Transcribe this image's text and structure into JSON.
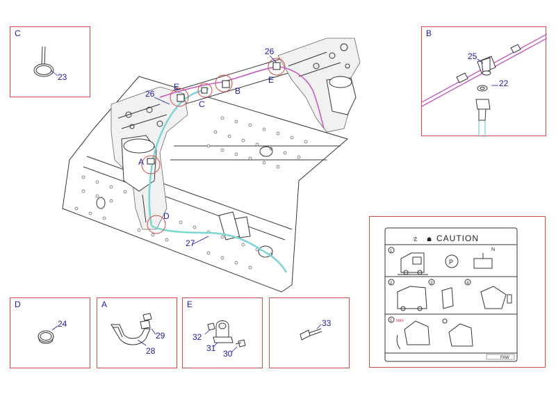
{
  "panels": {
    "c": {
      "label": "C",
      "parts": [
        "23"
      ]
    },
    "b": {
      "label": "B",
      "parts": [
        "25",
        "22"
      ]
    },
    "d": {
      "label": "D",
      "parts": [
        "24"
      ]
    },
    "a": {
      "label": "A",
      "parts": [
        "29",
        "28"
      ]
    },
    "e": {
      "label": "E",
      "parts": [
        "32",
        "31",
        "30"
      ]
    },
    "f": {
      "parts": [
        "33"
      ]
    }
  },
  "main": {
    "callouts": [
      "26",
      "26",
      "E",
      "C",
      "B",
      "E",
      "A",
      "D",
      "27"
    ]
  },
  "caution": {
    "title": "CAUTION",
    "steps": [
      "1",
      "2",
      "3",
      "4",
      "5"
    ],
    "max_label": "MAX",
    "gear_label": "N",
    "park_label": "P",
    "brand": "FAW"
  },
  "colors": {
    "hose_cyan": "#7dd6cf",
    "hose_pink": "#c45ac0",
    "border": "#d04848",
    "callout": "#1a1aa0"
  }
}
